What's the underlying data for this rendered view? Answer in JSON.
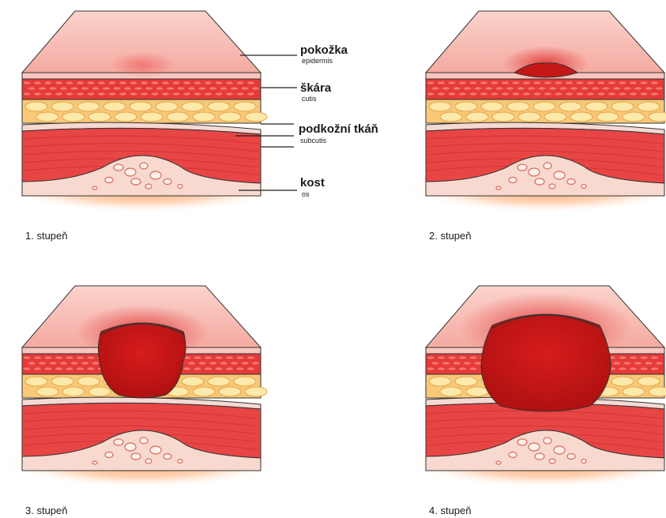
{
  "colors": {
    "skin_top": "#f6b3ac",
    "skin_top_light": "#fbd3cc",
    "epidermis_band": "#f8c6be",
    "dermis": "#e63a3a",
    "dermis_cells": "#f27a6e",
    "fat": "#f7c978",
    "fat_cells": "#fde9a9",
    "fat_outline": "#e9a24a",
    "fascia": "#f5d9d3",
    "muscle": "#e84545",
    "muscle_dark": "#c92a2a",
    "bone": "#f7d9cf",
    "bone_cells": "#fdf1ec",
    "bone_dots": "#dd6b5a",
    "glow": "#ff7a2f",
    "wound": "#c61717",
    "wound_light": "#e93535",
    "outline": "#333333"
  },
  "labels": {
    "epidermis": {
      "name": "pokožka",
      "latin": "epidermis"
    },
    "dermis": {
      "name": "škára",
      "latin": "cutis"
    },
    "subcutis": {
      "name": "podkožní tkáň",
      "latin": "subcutis"
    },
    "bone": {
      "name": "kost",
      "latin": "os"
    }
  },
  "panels": [
    {
      "stage": 1,
      "caption": "1. stupeň"
    },
    {
      "stage": 2,
      "caption": "2. stupeň"
    },
    {
      "stage": 3,
      "caption": "3. stupeň"
    },
    {
      "stage": 4,
      "caption": "4. stupeň"
    }
  ]
}
